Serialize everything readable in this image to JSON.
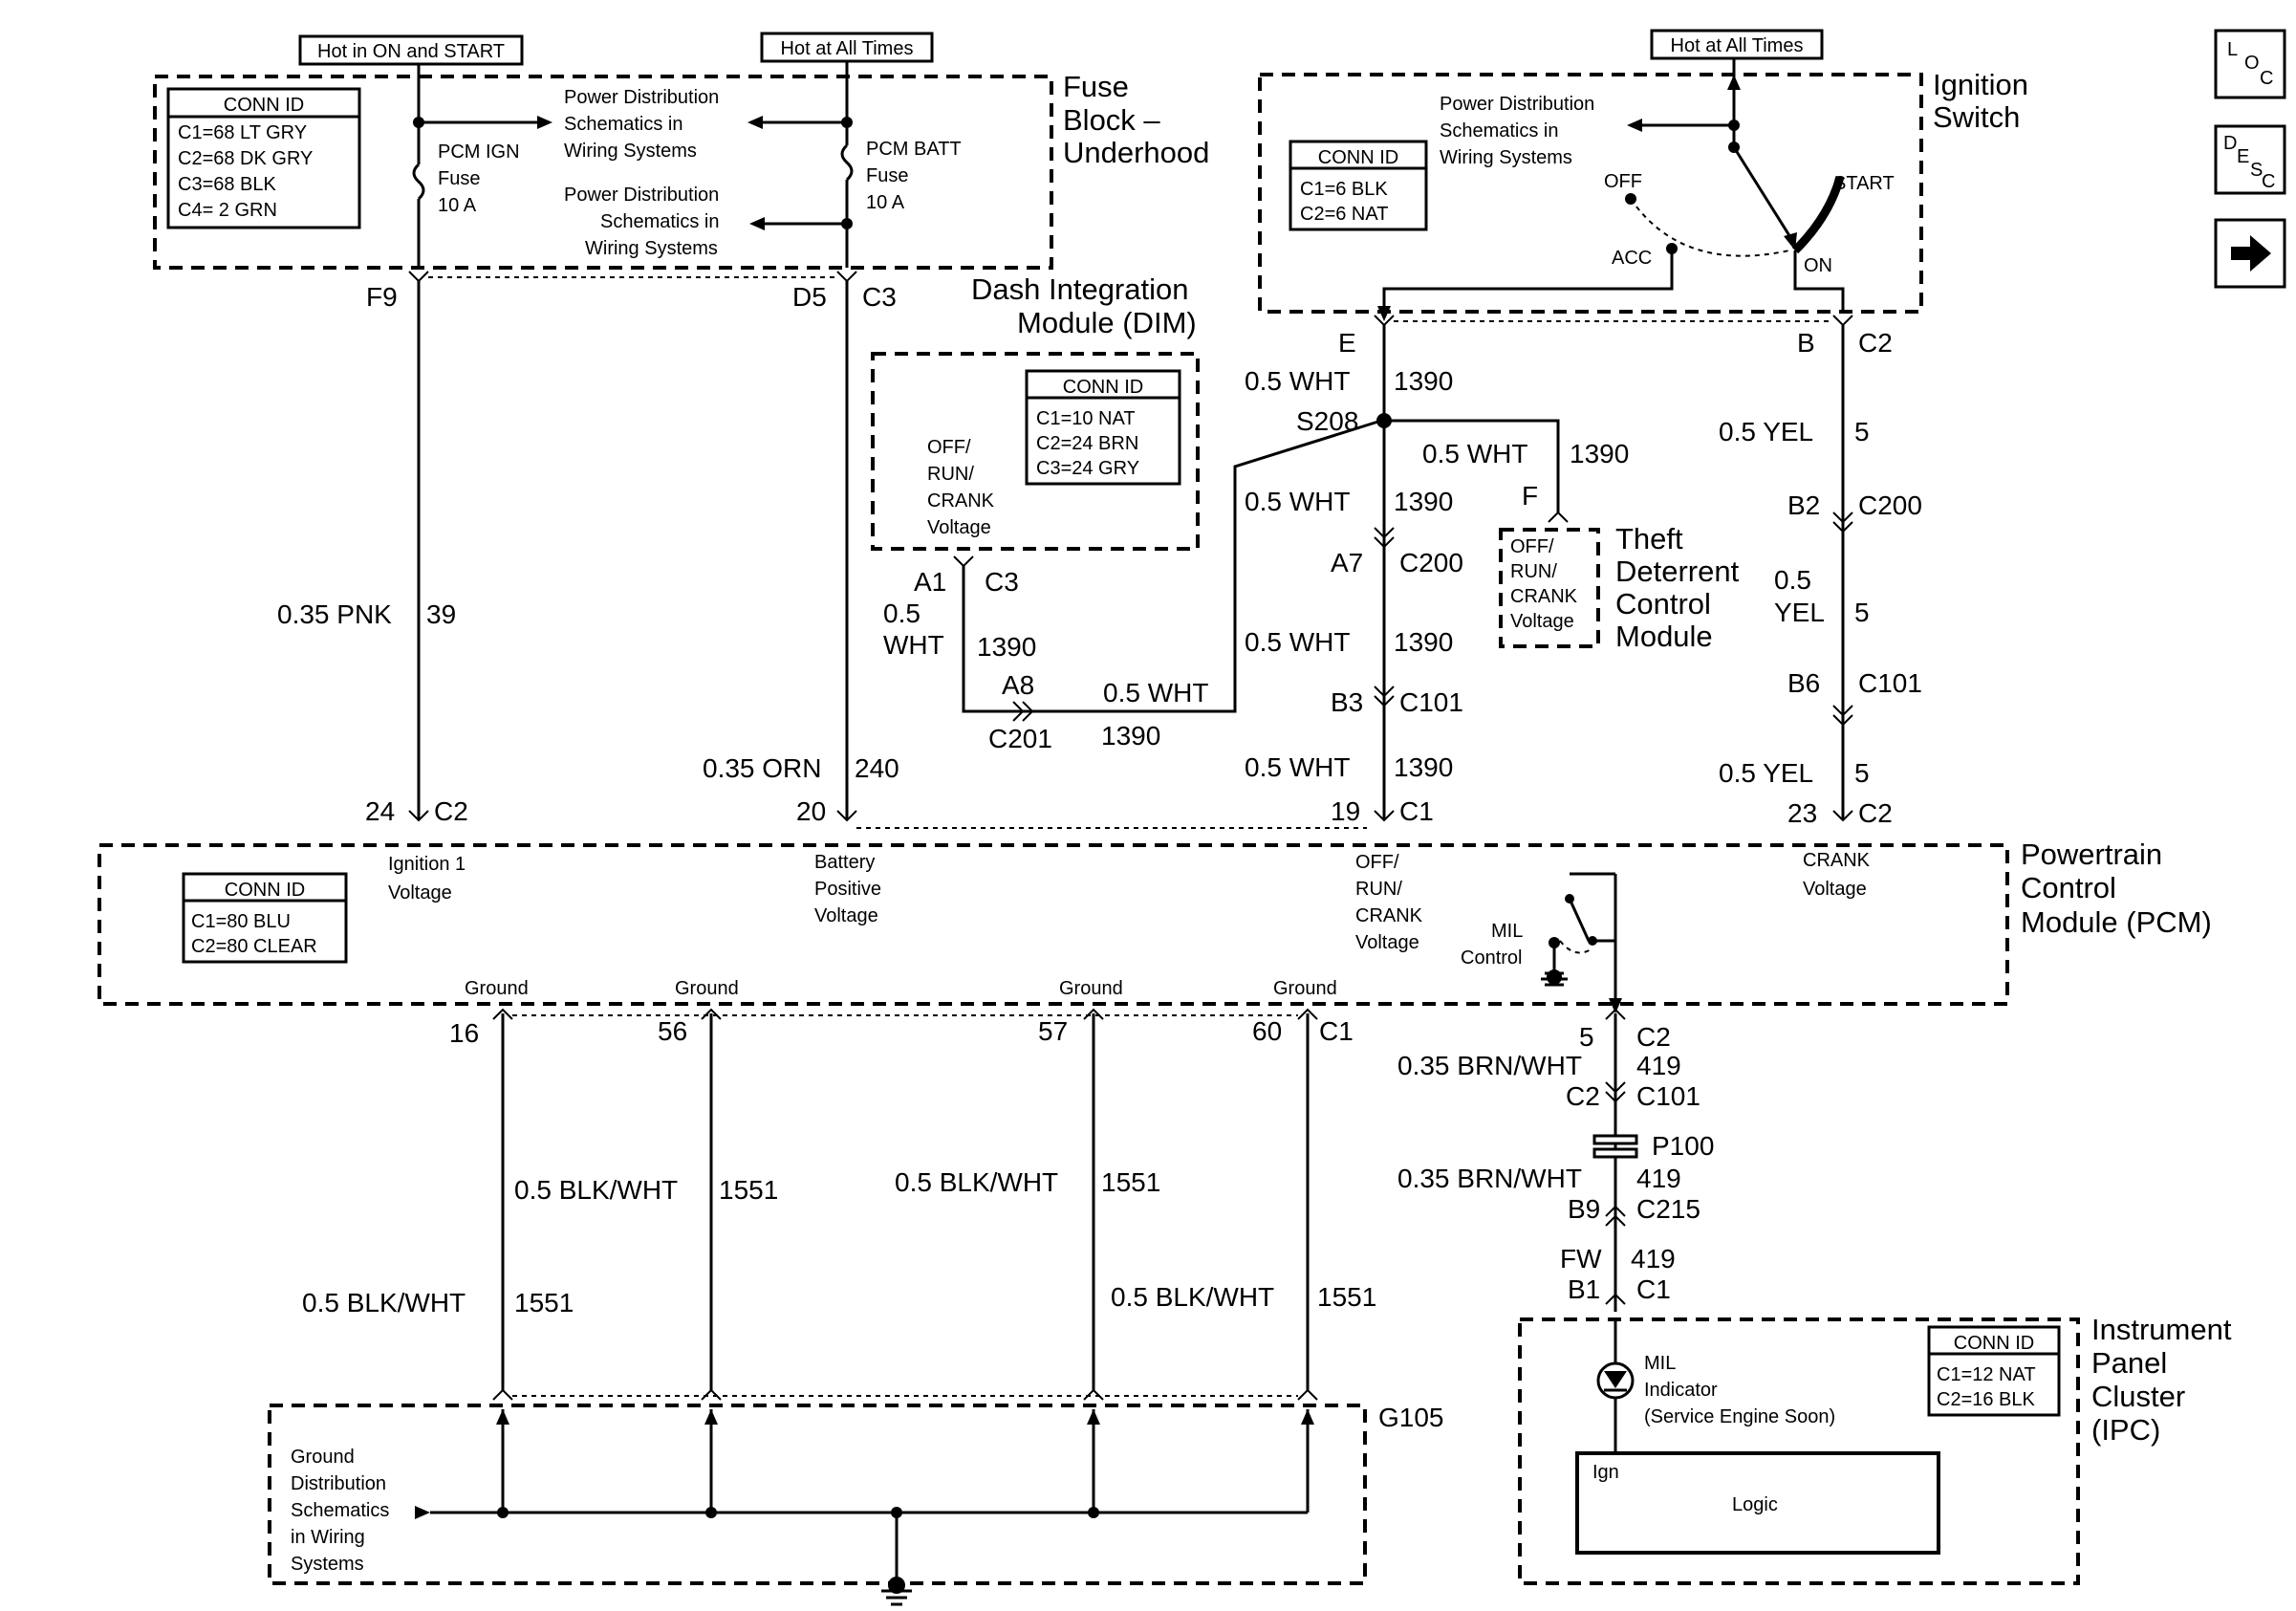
{
  "hot_labels": {
    "ign_start": "Hot in ON and START",
    "batt": "Hot at All Times",
    "ign_switch": "Hot at All Times"
  },
  "fuse_block": {
    "title": [
      "Fuse",
      "Block –",
      "Underhood"
    ],
    "conn_id": {
      "header": "CONN ID",
      "lines": [
        "C1=68 LT GRY",
        "C2=68 DK GRY",
        "C3=68 BLK",
        "C4= 2 GRN"
      ]
    },
    "pcm_ign_fuse": [
      "PCM IGN",
      "Fuse",
      "10 A"
    ],
    "pcm_batt_fuse": [
      "PCM BATT",
      "Fuse",
      "10 A"
    ],
    "power_dist_1": [
      "Power Distribution",
      "Schematics in",
      "Wiring Systems"
    ],
    "power_dist_2": [
      "Power Distribution",
      "Schematics in",
      "Wiring Systems"
    ]
  },
  "ignition_switch": {
    "title": [
      "Ignition",
      "Switch"
    ],
    "conn_id": {
      "header": "CONN ID",
      "lines": [
        "C1=6 BLK",
        "C2=6 NAT"
      ]
    },
    "power_dist": [
      "Power Distribution",
      "Schematics in",
      "Wiring Systems"
    ],
    "positions": {
      "off": "OFF",
      "acc": "ACC",
      "on": "ON",
      "start": "START"
    }
  },
  "dim": {
    "title": [
      "Dash Integration",
      "Module (DIM)"
    ],
    "conn_id": {
      "header": "CONN ID",
      "lines": [
        "C1=10 NAT",
        "C2=24 BRN",
        "C3=24 GRY"
      ]
    },
    "voltage": [
      "OFF/",
      "RUN/",
      "CRANK",
      "Voltage"
    ]
  },
  "theft": {
    "title": [
      "Theft",
      "Deterrent",
      "Control",
      "Module"
    ],
    "voltage": [
      "OFF/",
      "RUN/",
      "CRANK",
      "Voltage"
    ]
  },
  "pcm": {
    "title": [
      "Powertrain",
      "Control",
      "Module (PCM)"
    ],
    "conn_id": {
      "header": "CONN ID",
      "lines": [
        "C1=80 BLU",
        "C2=80 CLEAR"
      ]
    },
    "ign1": [
      "Ignition 1",
      "Voltage"
    ],
    "batt_pos": [
      "Battery",
      "Positive",
      "Voltage"
    ],
    "orc": [
      "OFF/",
      "RUN/",
      "CRANK",
      "Voltage"
    ],
    "crank": [
      "CRANK",
      "Voltage"
    ],
    "mil": [
      "MIL",
      "Control"
    ],
    "ground": "Ground"
  },
  "ipc": {
    "title": [
      "Instrument",
      "Panel",
      "Cluster",
      "(IPC)"
    ],
    "conn_id": {
      "header": "CONN ID",
      "lines": [
        "C1=12 NAT",
        "C2=16 BLK"
      ]
    },
    "mil": [
      "MIL",
      "Indicator",
      "(Service Engine Soon)"
    ],
    "ign": "Ign",
    "logic": "Logic"
  },
  "g105": {
    "name": "G105",
    "ground_dist": [
      "Ground",
      "Distribution",
      "Schematics",
      "in Wiring",
      "Systems"
    ]
  },
  "wire_labels": {
    "f9": "F9",
    "pnk": "0.35 PNK",
    "c39": "39",
    "p24": "24",
    "c2a": "C2",
    "d5": "D5",
    "c3a": "C3",
    "orn": "0.35 ORN",
    "c240": "240",
    "p20": "20",
    "e": "E",
    "wht1": "0.5 WHT",
    "c1390a": "1390",
    "s208": "S208",
    "wht2": "0.5 WHT",
    "c1390b": "1390",
    "f": "F",
    "wht3": "0.5 WHT",
    "c1390c": "1390",
    "a7": "A7",
    "c200a": "C200",
    "wht4": "0.5 WHT",
    "c1390d": "1390",
    "b3": "B3",
    "c101a": "C101",
    "wht5": "0.5 WHT",
    "c1390e": "1390",
    "p19": "19",
    "c1a": "C1",
    "a1": "A1",
    "c3b": "C3",
    "wht6a": "0.5",
    "wht6b": "WHT",
    "c1390f": "1390",
    "a8": "A8",
    "c201": "C201",
    "wht7": "0.5 WHT",
    "c1390g": "1390",
    "b": "B",
    "c2b": "C2",
    "yel1": "0.5 YEL",
    "c5a": "5",
    "b2": "B2",
    "c200b": "C200",
    "yel2a": "0.5",
    "yel2b": "YEL",
    "c5b": "5",
    "b6": "B6",
    "c101b": "C101",
    "yel3": "0.5 YEL",
    "c5c": "5",
    "p23": "23",
    "c2c": "C2",
    "p16": "16",
    "p56": "56",
    "p57": "57",
    "p60": "60",
    "c1b": "C1",
    "bw1": "0.5 BLK/WHT",
    "c1551a": "1551",
    "bw2": "0.5 BLK/WHT",
    "c1551b": "1551",
    "bw3": "0.5 BLK/WHT",
    "c1551c": "1551",
    "bw4": "0.5 BLK/WHT",
    "c1551d": "1551",
    "p5": "5",
    "c2d": "C2",
    "bw5": "0.35 BRN/WHT",
    "c419a": "419",
    "c2e": "C2",
    "c101c": "C101",
    "p100": "P100",
    "bw6": "0.35 BRN/WHT",
    "c419b": "419",
    "b9": "B9",
    "c215": "C215",
    "fw": "FW",
    "c419c": "419",
    "b1": "B1",
    "c1c": "C1"
  },
  "nav": {
    "loc": [
      "L",
      "O",
      "C"
    ],
    "desc": [
      "D",
      "E",
      "S",
      "C"
    ]
  }
}
